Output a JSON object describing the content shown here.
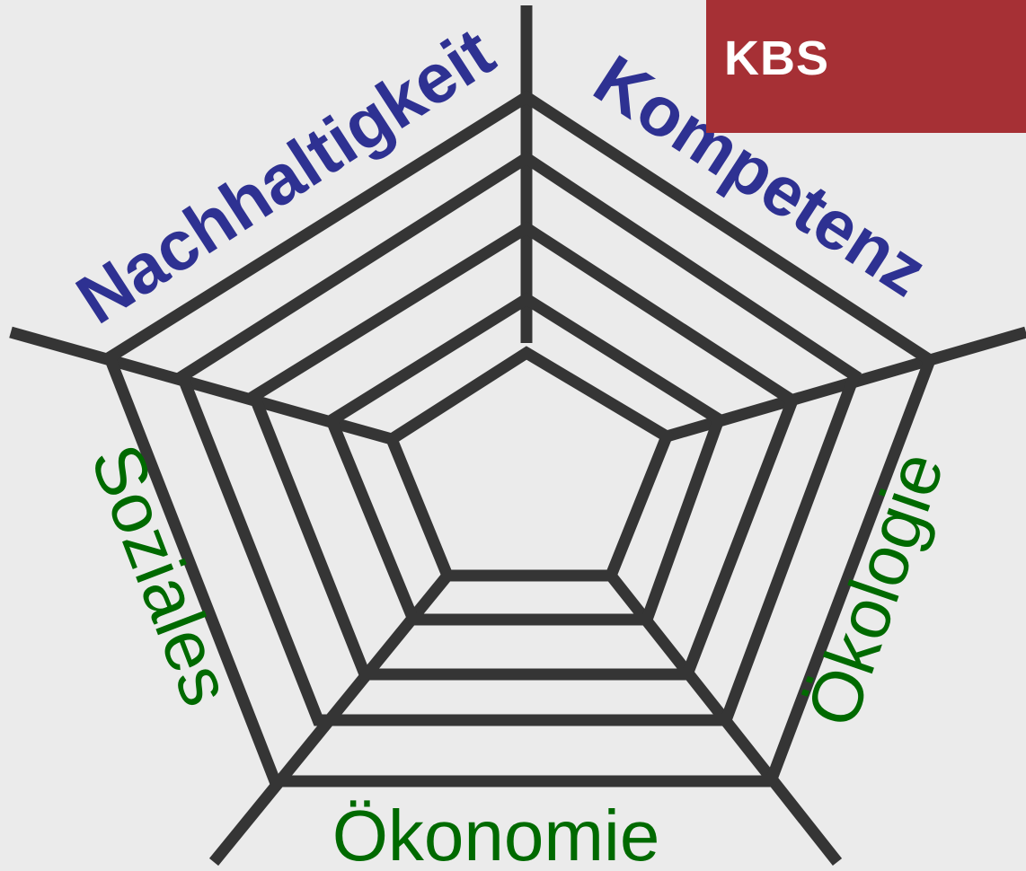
{
  "labels": {
    "nachhaltigkeit": "Nachhaltigkeit",
    "kompetenz": "Kompetenz",
    "soziales": "Soziales",
    "oekologie": "Ökologie",
    "oekonomie": "Ökonomie"
  },
  "logo": {
    "text": "KBS"
  },
  "colors": {
    "background": "#ebebeb",
    "web_stroke": "#353535",
    "title_blue": "#2e3192",
    "pillar_green": "#006a00",
    "logo_red": "#a63035",
    "logo_text": "#ffffff"
  },
  "web": {
    "rings": 5,
    "spokes": 5
  }
}
